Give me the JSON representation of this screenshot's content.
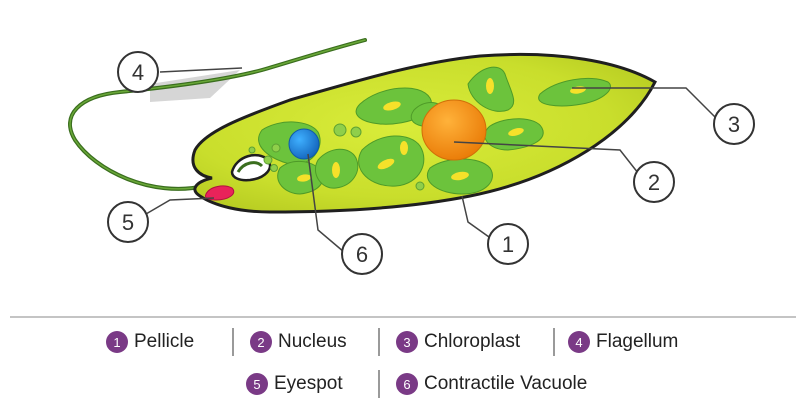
{
  "diagram": {
    "callouts": [
      {
        "number": "1",
        "part": "Pellicle"
      },
      {
        "number": "2",
        "part": "Nucleus"
      },
      {
        "number": "3",
        "part": "Chloroplast"
      },
      {
        "number": "4",
        "part": "Flagellum"
      },
      {
        "number": "5",
        "part": "Eyespot"
      },
      {
        "number": "6",
        "part": "Contractile Vacuole"
      }
    ]
  },
  "legend": {
    "items": [
      {
        "number": "1",
        "label": "Pellicle"
      },
      {
        "number": "2",
        "label": "Nucleus"
      },
      {
        "number": "3",
        "label": "Chloroplast"
      },
      {
        "number": "4",
        "label": "Flagellum"
      },
      {
        "number": "5",
        "label": "Eyespot"
      },
      {
        "number": "6",
        "label": "Contractile Vacuole"
      }
    ],
    "badge_color": "#7a3a86"
  },
  "colors": {
    "cell_body": "#c8df2a",
    "chloroplast": "#6cc33c",
    "nucleus": "#f08a10",
    "contractile_vacuole": "#1a7fd4",
    "eyespot": "#e8235a",
    "flagellum": "#3a6e1e"
  }
}
